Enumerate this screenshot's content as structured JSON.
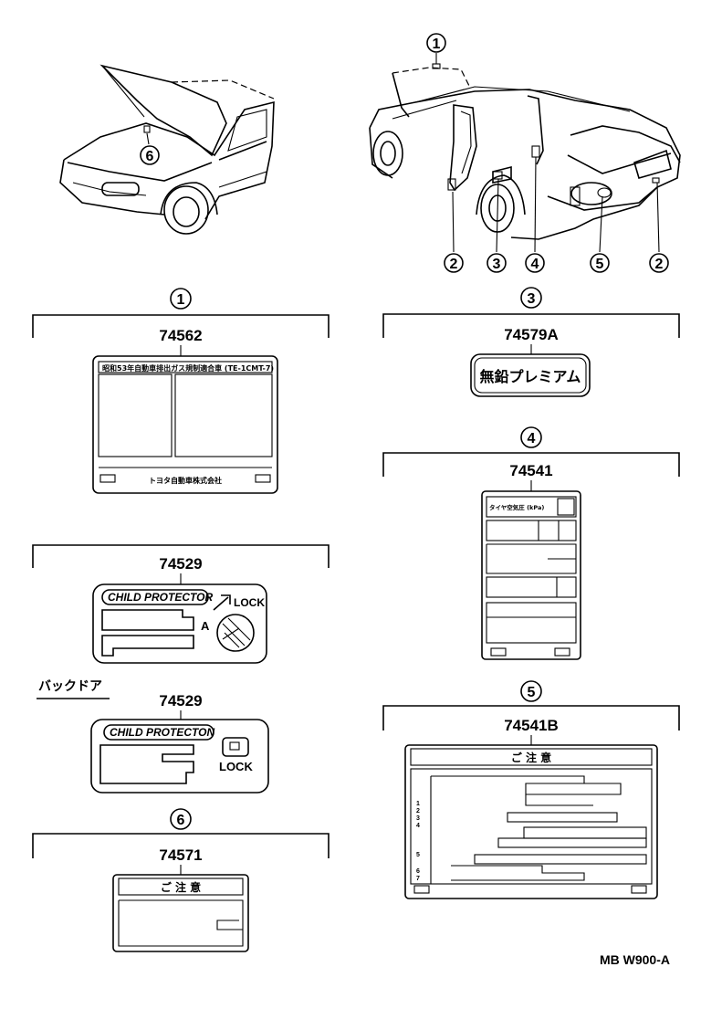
{
  "callouts": [
    "1",
    "2",
    "3",
    "4",
    "5",
    "6"
  ],
  "parts": {
    "p1": {
      "callout": "1",
      "number": "74562",
      "header_text": "昭和53年自動車排出ガス規制適合車 (TE-1CMT-7)",
      "footer_text": "トヨタ自動車株式会社"
    },
    "p2": {
      "number": "74529",
      "heading": "CHILD PROTECTOR",
      "lock": "LOCK",
      "arrow_label": "A"
    },
    "p2b": {
      "section_label": "バックドア",
      "number": "74529",
      "heading": "CHILD PROTECTON",
      "lock": "LOCK"
    },
    "p6": {
      "callout": "6",
      "number": "74571",
      "header_text": "ご 注 意"
    },
    "p3": {
      "callout": "3",
      "number": "74579A",
      "label_text": "無鉛プレミアム"
    },
    "p4": {
      "callout": "4",
      "number": "74541",
      "header_text": "タイヤ空気圧 (kPa)"
    },
    "p5": {
      "callout": "5",
      "number": "74541B",
      "header_text": "ご 注 意",
      "row_numbers": [
        "1",
        "2",
        "3",
        "4",
        "5",
        "6",
        "7"
      ]
    }
  },
  "figure_id": "MB W900-A"
}
